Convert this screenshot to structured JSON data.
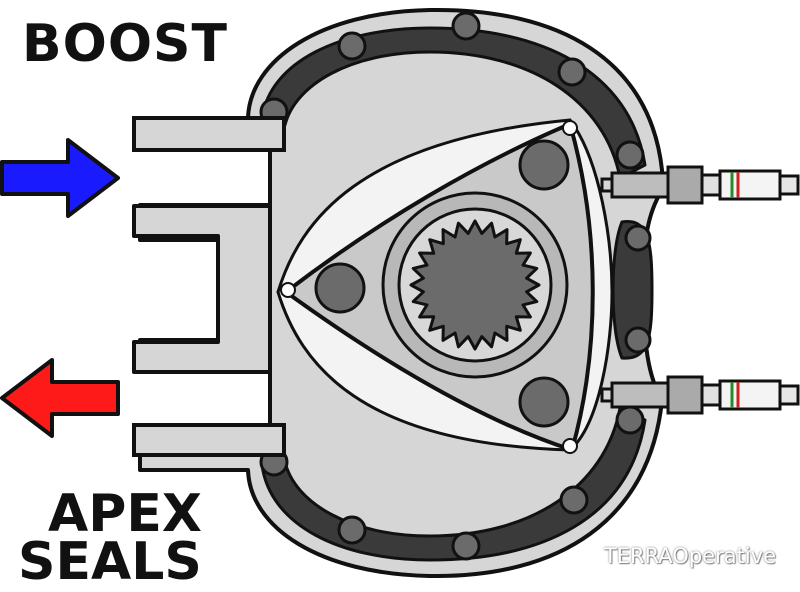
{
  "labels": {
    "top": "BOOST",
    "bottom_line1": "APEX",
    "bottom_line2": "SEALS"
  },
  "credit": "TERRAOperative",
  "colors": {
    "intake_arrow": "#1a1aff",
    "exhaust_arrow": "#ff1a1a",
    "housing_band": "#3a3a3a",
    "housing_outer": "#d6d6d6",
    "rotor": "#c9c9c9",
    "bolt": "#6b6b6b",
    "outline": "#111111"
  },
  "icons": {
    "intake": "right-arrow-icon",
    "exhaust": "left-arrow-icon",
    "spark_plug": "spark-plug-icon"
  }
}
